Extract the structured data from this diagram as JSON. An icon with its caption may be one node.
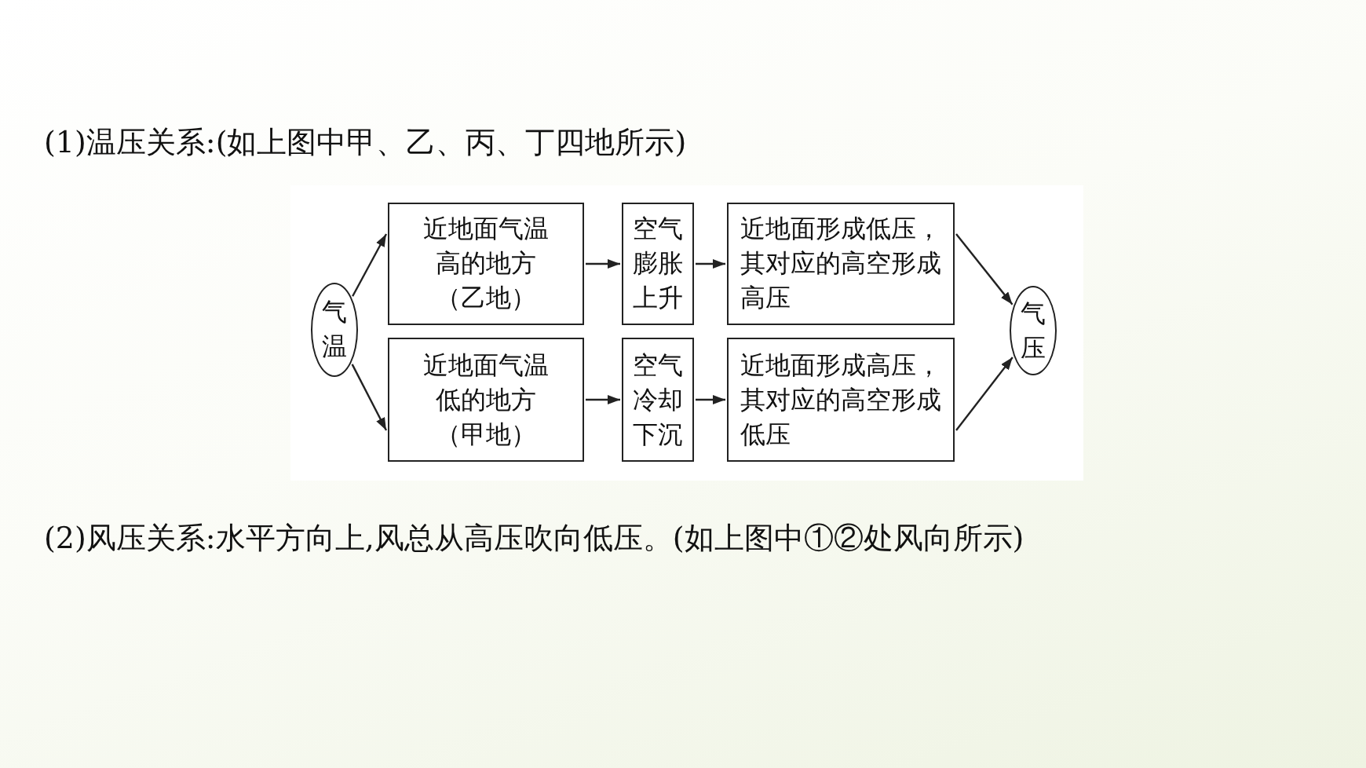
{
  "diagram": {
    "nodes": [
      {
        "text": [
          "气温"
        ]
      },
      {
        "text": [
          "近地面气温高的地方（乙地）"
        ]
      },
      {
        "text": [
          "空气膨胀上升"
        ]
      },
      {
        "text": [
          "近地面形成低压，其对应的高空形成高压"
        ]
      },
      {
        "text": [
          "近地面气温低的地方（甲地）"
        ]
      },
      {
        "text": [
          "空气冷却下沉"
        ]
      },
      {
        "text": [
          "近地面形成高压，其对应的高空形成低压"
        ]
      },
      {
        "text": [
          "气压"
        ]
      }
    ],
    "edges": [
      {
        "from": 0,
        "to": 1,
        "arrow": "to"
      },
      {
        "from": 0,
        "to": 4,
        "arrow": "to"
      },
      {
        "from": 1,
        "to": 2,
        "arrow": "to"
      },
      {
        "from": 2,
        "to": 3,
        "arrow": "to"
      },
      {
        "from": 4,
        "to": 5,
        "arrow": "to"
      },
      {
        "from": 5,
        "to": 6,
        "arrow": "to"
      },
      {
        "from": 3,
        "to": 7,
        "arrow": "to"
      },
      {
        "from": 6,
        "to": 7,
        "arrow": "to"
      }
    ],
    "labels": [
      "(1)温压关系:(如上图中甲、乙、丙、丁四地所示)",
      "(2)风压关系:水平方向上,风总从高压吹向低压。(如上图中①②处风向所示)"
    ]
  }
}
